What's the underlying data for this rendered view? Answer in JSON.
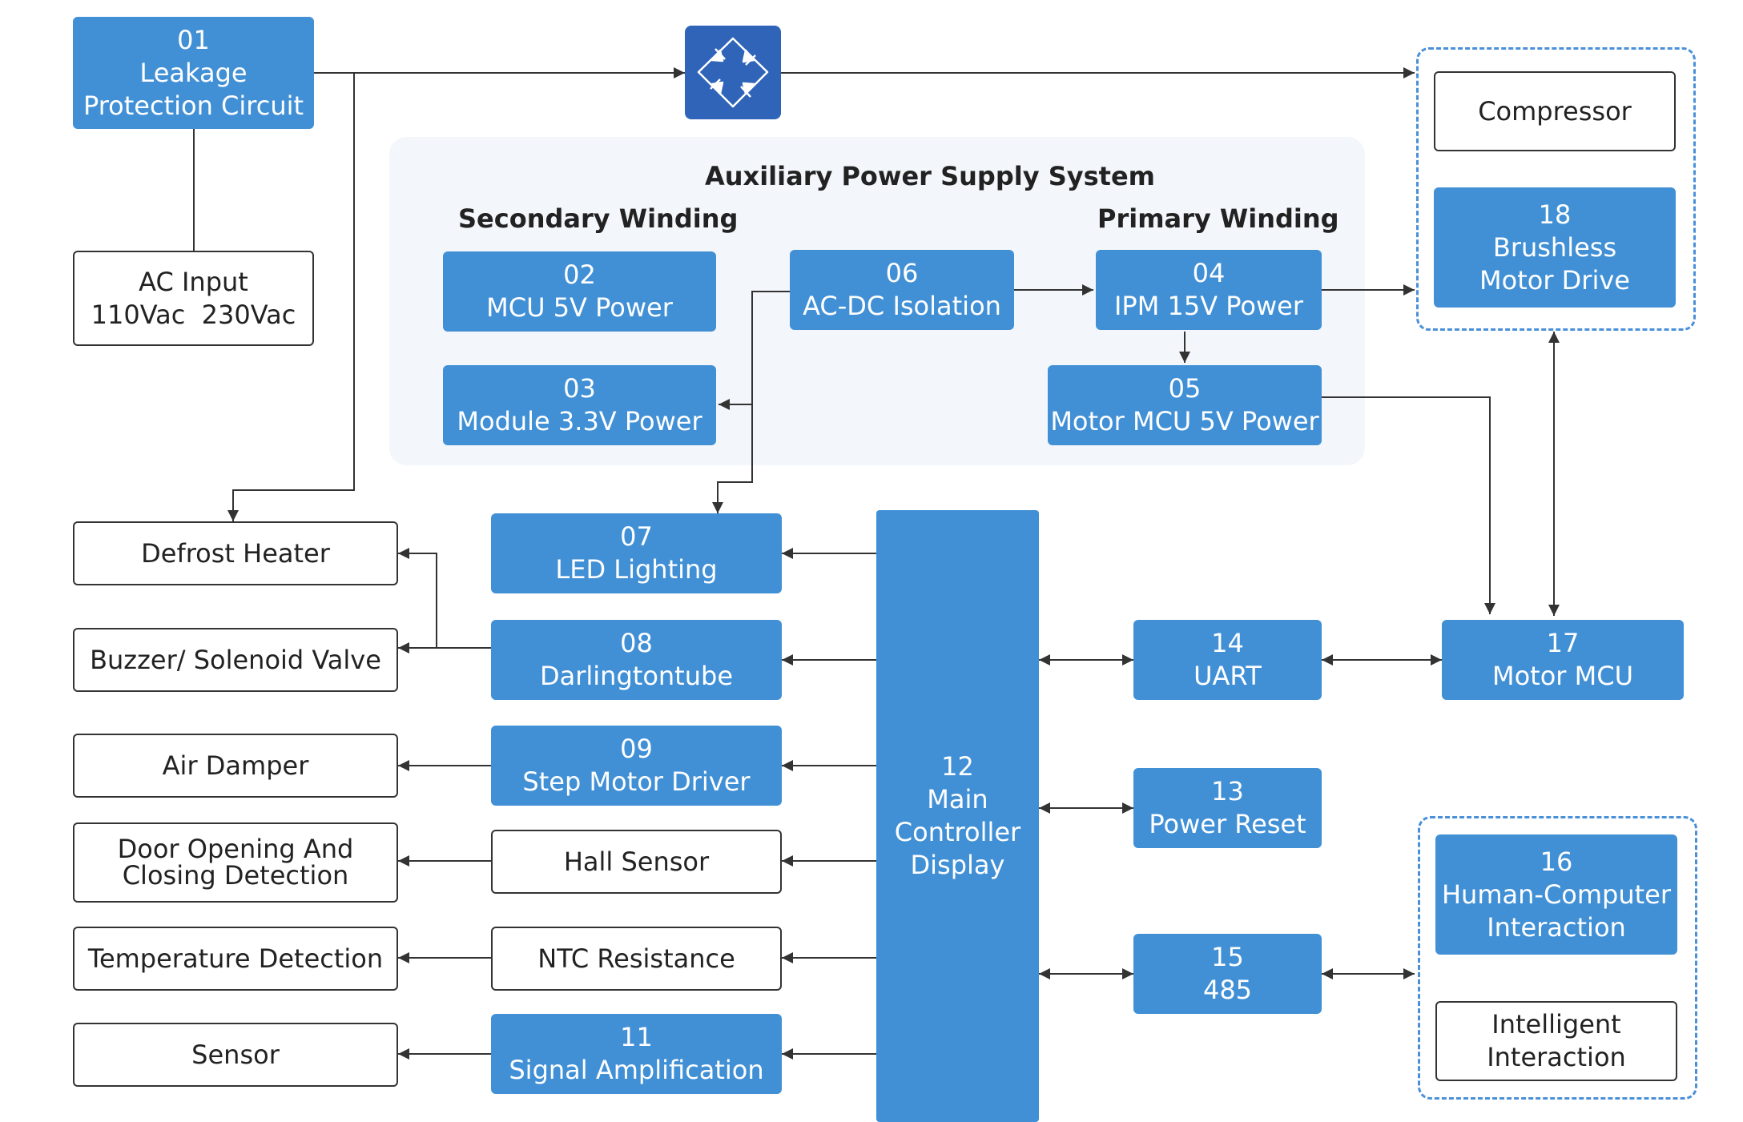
{
  "colors": {
    "block_fill": "#4190d6",
    "block_text": "#ffffff",
    "outline": "#333333",
    "panel_fill": "#f3f6fa",
    "group_border": "#4a90d9",
    "rectifier_fill": "#2f64b9",
    "wire": "#333333"
  },
  "icons": {
    "rectifier": "bridge-rectifier-icon"
  },
  "auxiliary": {
    "title": "Auxiliary Power Supply System",
    "secondary": "Secondary Winding",
    "primary": "Primary Winding"
  },
  "blocks": {
    "b01": {
      "num": "01",
      "lines": [
        "Leakage",
        "Protection Circuit"
      ]
    },
    "b02": {
      "num": "02",
      "lines": [
        "MCU 5V Power"
      ]
    },
    "b03": {
      "num": "03",
      "lines": [
        "Module 3.3V Power"
      ]
    },
    "b04": {
      "num": "04",
      "lines": [
        "IPM 15V Power"
      ]
    },
    "b05": {
      "num": "05",
      "lines": [
        "Motor MCU 5V Power"
      ]
    },
    "b06": {
      "num": "06",
      "lines": [
        "AC-DC Isolation"
      ]
    },
    "b07": {
      "num": "07",
      "lines": [
        "LED Lighting"
      ]
    },
    "b08": {
      "num": "08",
      "lines": [
        "Darlingtontube"
      ]
    },
    "b09": {
      "num": "09",
      "lines": [
        "Step Motor Driver"
      ]
    },
    "b11": {
      "num": "11",
      "lines": [
        "Signal Amplification"
      ]
    },
    "b12": {
      "num": "12",
      "lines": [
        "Main",
        "Controller",
        "Display"
      ]
    },
    "b13": {
      "num": "13",
      "lines": [
        "Power Reset"
      ]
    },
    "b14": {
      "num": "14",
      "lines": [
        "UART"
      ]
    },
    "b15": {
      "num": "15",
      "lines": [
        "485"
      ]
    },
    "b16": {
      "num": "16",
      "lines": [
        "Human-Computer",
        "Interaction"
      ]
    },
    "b17": {
      "num": "17",
      "lines": [
        "Motor MCU"
      ]
    },
    "b18": {
      "num": "18",
      "lines": [
        "Brushless",
        "Motor Drive"
      ]
    }
  },
  "plain": {
    "ac_input": [
      "AC Input",
      "110Vac  230Vac"
    ],
    "compressor": "Compressor",
    "defrost_heater": "Defrost Heater",
    "buzzer_valve": "Buzzer/ Solenoid Valve",
    "air_damper": "Air Damper",
    "door_detection": [
      "Door Opening And",
      "Closing Detection"
    ],
    "temperature_detection": "Temperature Detection",
    "sensor": "Sensor",
    "hall_sensor": "Hall Sensor",
    "ntc_resistance": "NTC Resistance",
    "intelligent_interaction": [
      "Intelligent",
      "Interaction"
    ]
  }
}
